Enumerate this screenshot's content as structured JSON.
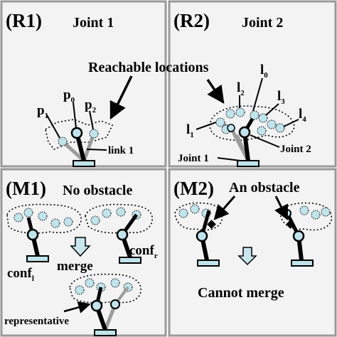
{
  "colors": {
    "panel_bg": "#f3f3f3",
    "panel_border": "#9a9a9a",
    "link_dark": "#000000",
    "link_gray": "#9c9c9c",
    "joint_fill": "#bfe4ec",
    "reachable_dot": "#bfe4ec",
    "base_fill": "#bfe4ec",
    "obstacle": "#000000",
    "arrow_fill": "#c9e6ef"
  },
  "icons": {
    "reachable_location": "dashed-circle",
    "joint": "circle",
    "obstacle": "diamond",
    "merge_arrow": "down-block-arrow"
  },
  "panels": {
    "r1": {
      "tag": "(R1)",
      "title": "Joint 1",
      "pointer_label": "Reachable locations",
      "p1": "p",
      "p1_sub": "1",
      "p0": "p",
      "p0_sub": "0",
      "p2": "p",
      "p2_sub": "2",
      "link_label": "link 1"
    },
    "r2": {
      "tag": "(R2)",
      "title": "Joint 2",
      "l0": "l",
      "l0_sub": "0",
      "l1": "l",
      "l1_sub": "1",
      "l2": "l",
      "l2_sub": "2",
      "l3": "l",
      "l3_sub": "3",
      "l4": "l",
      "l4_sub": "4",
      "joint1_label": "Joint 1",
      "joint2_label": "Joint 2"
    },
    "m1": {
      "tag": "(M1)",
      "title": "No obstacle",
      "conf_l": "conf",
      "conf_l_sub": "l",
      "conf_r": "conf",
      "conf_r_sub": "r",
      "merge_label": "merge",
      "representative_label": "representative"
    },
    "m2": {
      "tag": "(M2)",
      "title": "An obstacle",
      "result_label": "Cannot merge"
    }
  }
}
